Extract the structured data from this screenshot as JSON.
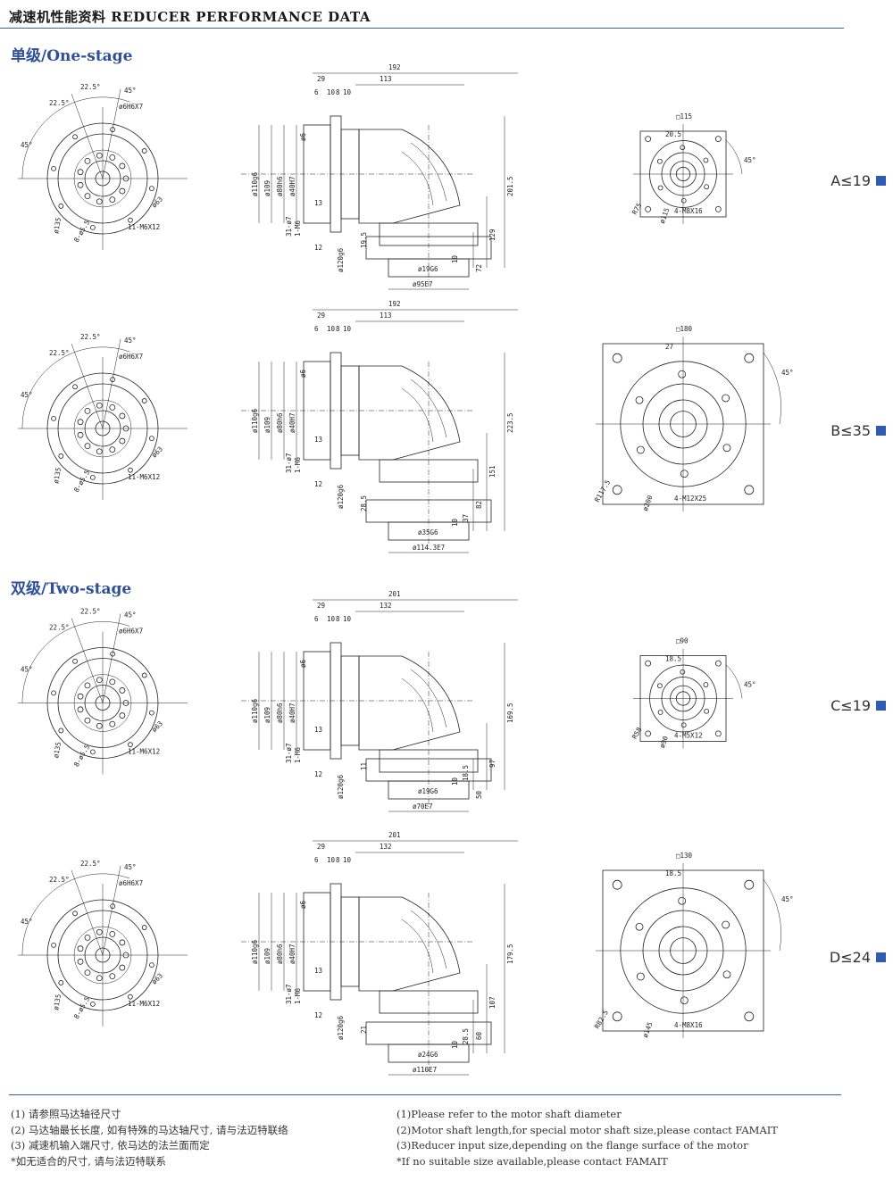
{
  "header": {
    "title": "减速机性能资料 REDUCER PERFORMANCE DATA"
  },
  "sections": {
    "one_stage": "单级/One-stage",
    "two_stage": "双级/Two-stage"
  },
  "rows": [
    {
      "label": "A≤19",
      "front": {
        "angles": [
          "22.5°",
          "22.5°",
          "45°",
          "45°"
        ],
        "bore": "ø6H6X7",
        "pcd": "ø135",
        "holes": "8-ø5.5",
        "screw": "11-M6X12",
        "small": "ø63"
      },
      "side": {
        "total": "192",
        "mid": "113",
        "d29": "29",
        "d6": "6",
        "d10": "10",
        "d8": "8",
        "d10b": "10",
        "v_a": "201.5",
        "v_b": "129",
        "v_c": "72",
        "v_d": "19.5",
        "v_e": "10",
        "d_a": "ø110g6",
        "d_b": "ø109",
        "d_c": "ø80h6",
        "d_d": "ø40H7",
        "d_e": "ø6",
        "d_f": "13",
        "d_g": "31-ø7",
        "d_h": "1-M6",
        "d_i": "12",
        "out_a": "ø120g6",
        "out_b": "ø19G6",
        "out_c": "ø95E7"
      },
      "right": {
        "square": "□115",
        "offset": "20.5",
        "angle": "45°",
        "r": "R75",
        "pcd": "ø115",
        "screw": "4-M8X16"
      }
    },
    {
      "label": "B≤35",
      "front": {
        "angles": [
          "22.5°",
          "22.5°",
          "45°",
          "45°"
        ],
        "bore": "ø6H6X7",
        "pcd": "ø135",
        "holes": "8-ø5.5",
        "screw": "11-M6X12",
        "small": "ø63"
      },
      "side": {
        "total": "192",
        "mid": "113",
        "d29": "29",
        "d6": "6",
        "d10": "10",
        "d8": "8",
        "d10b": "10",
        "v_a": "223.5",
        "v_b": "151",
        "v_c": "82",
        "v_d": "28.5",
        "v_e": "10",
        "v_f": "37",
        "d_a": "ø110g6",
        "d_b": "ø109",
        "d_c": "ø80h6",
        "d_d": "ø40H7",
        "d_e": "ø6",
        "d_f": "13",
        "d_g": "31-ø7",
        "d_h": "1-M6",
        "d_i": "12",
        "out_a": "ø120g6",
        "out_b": "ø35G6",
        "out_c": "ø114.3E7"
      },
      "right": {
        "square": "□180",
        "offset": "27",
        "angle": "45°",
        "r": "R117.5",
        "pcd": "ø200",
        "screw": "4-M12X25"
      }
    },
    {
      "label": "C≤19",
      "front": {
        "angles": [
          "22.5°",
          "22.5°",
          "45°",
          "45°"
        ],
        "bore": "ø6H6X7",
        "pcd": "ø135",
        "holes": "8-ø5.5",
        "screw": "11-M6X12",
        "small": "ø63"
      },
      "side": {
        "total": "201",
        "mid": "132",
        "d29": "29",
        "d6": "6",
        "d10": "10",
        "d8": "8",
        "d10b": "10",
        "v_a": "169.5",
        "v_b": "97",
        "v_c": "50",
        "v_d": "11",
        "v_e": "10",
        "v_f": "18.5",
        "d_a": "ø110g6",
        "d_b": "ø109",
        "d_c": "ø80h6",
        "d_d": "ø40H7",
        "d_e": "ø6",
        "d_f": "13",
        "d_g": "31-ø7",
        "d_h": "1-M6",
        "d_i": "12",
        "out_a": "ø120g6",
        "out_b": "ø19G6",
        "out_c": "ø70E7"
      },
      "right": {
        "square": "□90",
        "offset": "18.5",
        "angle": "45°",
        "r": "R58",
        "pcd": "ø90",
        "screw": "4-M5X12"
      }
    },
    {
      "label": "D≤24",
      "front": {
        "angles": [
          "22.5°",
          "22.5°",
          "45°",
          "45°"
        ],
        "bore": "ø6H6X7",
        "pcd": "ø135",
        "holes": "8-ø5.5",
        "screw": "11-M6X12",
        "small": "ø63"
      },
      "side": {
        "total": "201",
        "mid": "132",
        "d29": "29",
        "d6": "6",
        "d10": "10",
        "d8": "8",
        "d10b": "10",
        "v_a": "179.5",
        "v_b": "107",
        "v_c": "60",
        "v_d": "21",
        "v_e": "10",
        "v_f": "28.5",
        "d_a": "ø110g6",
        "d_b": "ø109",
        "d_c": "ø80h6",
        "d_d": "ø40H7",
        "d_e": "ø6",
        "d_f": "13",
        "d_g": "31-ø7",
        "d_h": "1-M6",
        "d_i": "12",
        "out_a": "ø120g6",
        "out_b": "ø24G6",
        "out_c": "ø110E7"
      },
      "right": {
        "square": "□130",
        "offset": "18.5",
        "angle": "45°",
        "r": "R82.5",
        "pcd": "ø145",
        "screw": "4-M8X16"
      }
    }
  ],
  "notes_cn": [
    "(1) 请参照马达轴径尺寸",
    "(2) 马达轴最长长度, 如有特殊的马达轴尺寸, 请与法迈特联络",
    "(3) 减速机输入端尺寸, 依马达的法兰面而定",
    "*如无适合的尺寸, 请与法迈特联系"
  ],
  "notes_en": [
    "(1)Please refer to the motor shaft diameter",
    "(2)Motor shaft length,for special motor shaft size,please contact FAMAIT",
    "(3)Reducer input size,depending on the flange surface of the motor",
    "*If no suitable size available,please contact FAMAIT"
  ]
}
